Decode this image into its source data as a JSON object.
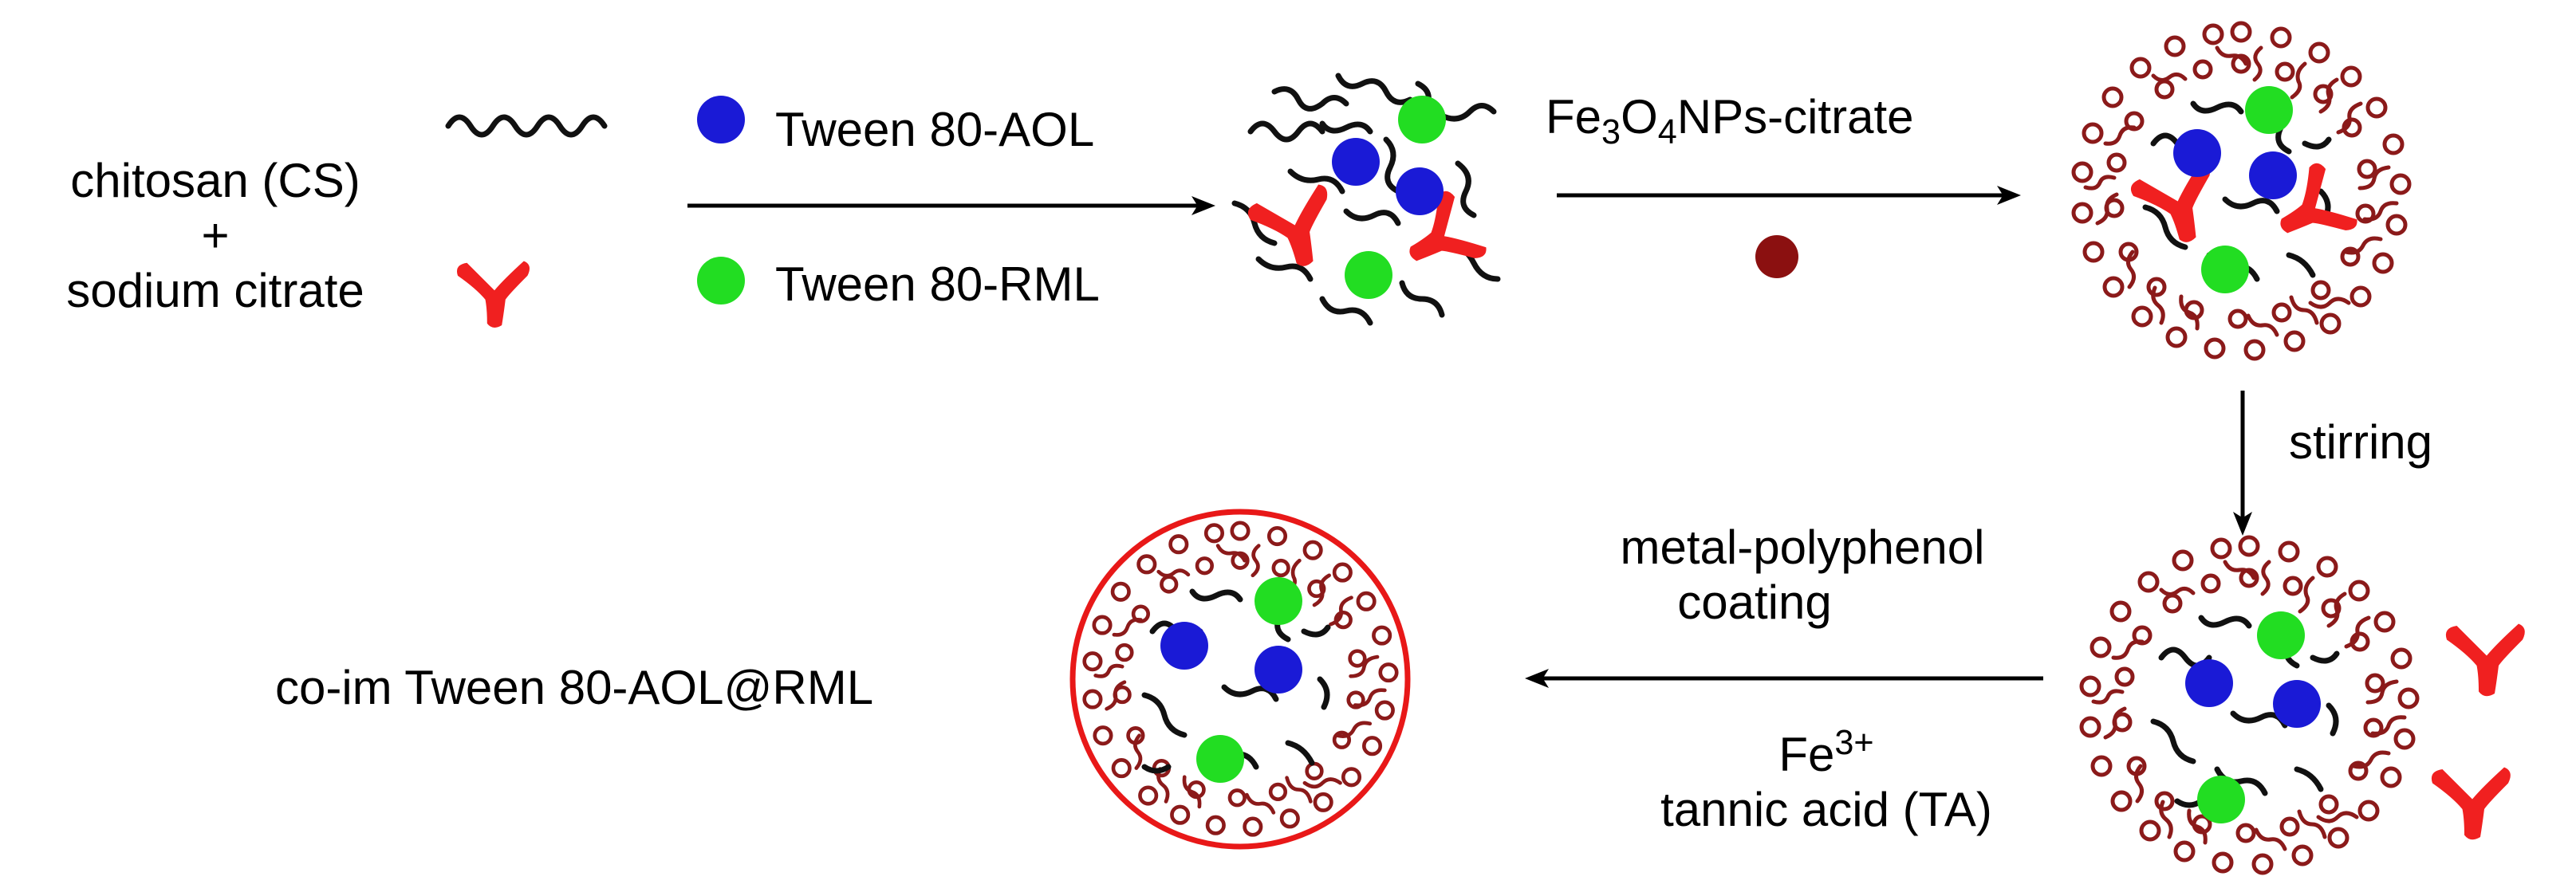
{
  "reactants": {
    "line1": "chitosan (CS)",
    "plus": "+",
    "line2": "sodium citrate"
  },
  "legend": {
    "aol": "Tween 80-AOL",
    "rml": "Tween 80-RML"
  },
  "step1_reagent": {
    "prefix": "Fe",
    "sub1": "3",
    "mid": "O",
    "sub2": "4",
    "suffix": "NPs-citrate"
  },
  "step2_label": "stirring",
  "step3": {
    "top1": "metal-polyphenol",
    "top2": "coating",
    "ion": "Fe",
    "ion_charge": "3+",
    "acid": "tannic acid (TA)"
  },
  "product_label": "co-im Tween 80-AOL@RML",
  "colors": {
    "aol_blue": "#1a1ad6",
    "rml_green": "#22dd22",
    "citrate_red": "#f02020",
    "fe3o4_maroon": "#8b0000",
    "chain_black": "#111111"
  }
}
